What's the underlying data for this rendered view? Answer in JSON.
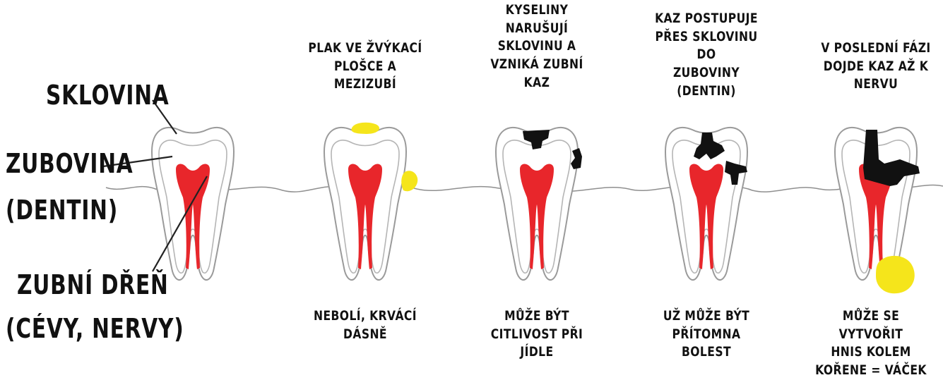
{
  "left_labels": {
    "enamel": "SKLOVINA",
    "dentin_line1": "ZUBOVINA",
    "dentin_line2": "(DENTIN)",
    "pulp_line1": "ZUBNÍ DŘEŇ",
    "pulp_line2": "(CÉVY, NERVY)"
  },
  "stages": [
    {
      "top": "",
      "bottom": ""
    },
    {
      "top": "PLAK VE ŽVÝKACÍ\nPLOŠCE A\nMEZIZUBÍ",
      "bottom": "NEBOLÍ, KRVÁCÍ\nDÁSNĚ"
    },
    {
      "top": "KYSELINY\nNARUŠUJÍ\nSKLOVINU A\nVZNIKÁ ZUBNÍ KAZ",
      "bottom": "MŮŽE BÝT\nCITLIVOST PŘI\nJÍDLE"
    },
    {
      "top": "KAZ POSTUPUJE\nPŘES SKLOVINU DO\nZUBOVINY\n(DENTIN)",
      "bottom": "UŽ MŮŽE BÝT\nPŘÍTOMNA\nBOLEST"
    },
    {
      "top": "V POSLEDNÍ FÁZI\nDOJDE KAZ AŽ K\nNERVU",
      "bottom": "MŮŽE SE VYTVOŘIT\nHNIS KOLEM\nKOŘENE = VÁČEK"
    }
  ],
  "colors": {
    "pulp": "#e8262b",
    "plaque": "#f5e51b",
    "decay": "#111111",
    "outline": "#9a9a9a"
  }
}
